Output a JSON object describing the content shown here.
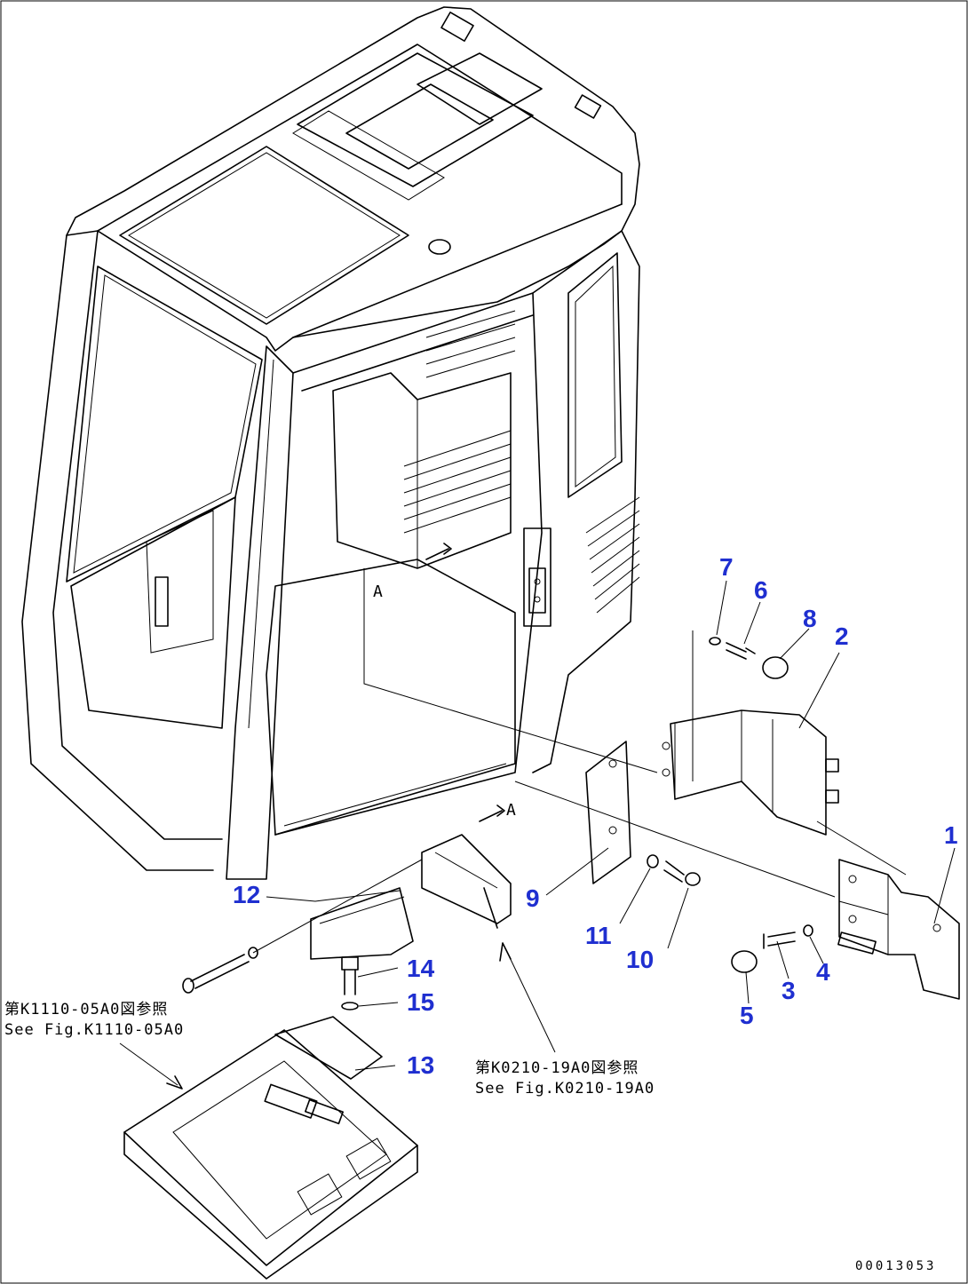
{
  "callouts": [
    {
      "id": "1",
      "text": "1"
    },
    {
      "id": "2",
      "text": "2"
    },
    {
      "id": "3",
      "text": "3"
    },
    {
      "id": "4",
      "text": "4"
    },
    {
      "id": "5",
      "text": "5"
    },
    {
      "id": "6",
      "text": "6"
    },
    {
      "id": "7",
      "text": "7"
    },
    {
      "id": "8",
      "text": "8"
    },
    {
      "id": "9",
      "text": "9"
    },
    {
      "id": "10",
      "text": "10"
    },
    {
      "id": "11",
      "text": "11"
    },
    {
      "id": "12",
      "text": "12"
    },
    {
      "id": "13",
      "text": "13"
    },
    {
      "id": "14",
      "text": "14"
    },
    {
      "id": "15",
      "text": "15"
    }
  ],
  "references": {
    "k1110_jp": "第K1110-05A0図参照",
    "k1110_en": "See Fig.K1110-05A0",
    "k0210_jp": "第K0210-19A0図参照",
    "k0210_en": "See Fig.K0210-19A0"
  },
  "view_marks": {
    "mark_a": "A",
    "mark_b": "A"
  },
  "drawing_number": "00013053",
  "colors": {
    "callout": "#1f2fd0",
    "line": "#000000"
  }
}
